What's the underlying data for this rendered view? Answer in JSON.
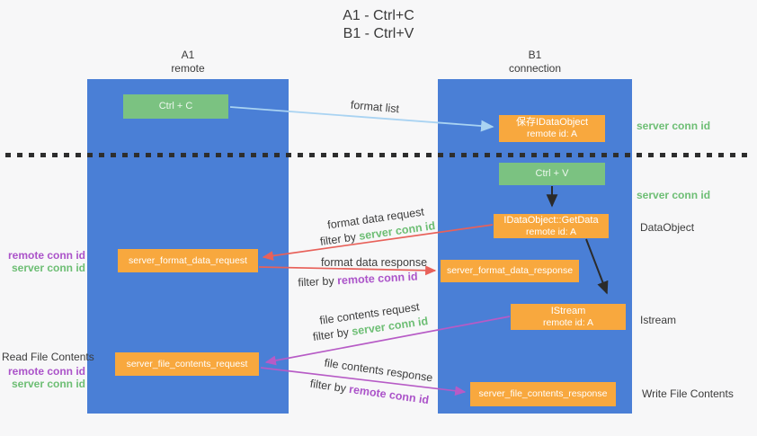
{
  "title": {
    "line1": "A1 - Ctrl+C",
    "line2": "B1 - Ctrl+V"
  },
  "lanes": {
    "a1": {
      "name": "A1",
      "subtitle": "remote"
    },
    "b1": {
      "name": "B1",
      "subtitle": "connection"
    }
  },
  "nodes": {
    "ctrl_c": {
      "label": "Ctrl + C"
    },
    "ctrl_v": {
      "label": "Ctrl + V"
    },
    "save_dataobject": {
      "line1": "保存IDataObject",
      "line2": "remote id: A"
    },
    "getdata": {
      "line1": "IDataObject::GetData",
      "line2": "remote id: A"
    },
    "istream": {
      "line1": "IStream",
      "line2": "remote id: A"
    },
    "server_format_data_request": {
      "label": "server_format_data_request"
    },
    "server_format_data_response": {
      "label": "server_format_data_response"
    },
    "server_file_contents_request": {
      "label": "server_file_contents_request"
    },
    "server_file_contents_response": {
      "label": "server_file_contents_response"
    }
  },
  "flow_labels": {
    "format_list": "format list",
    "format_data_request": "format data request",
    "format_data_request_filter": {
      "prefix": "filter by ",
      "key": "server conn id"
    },
    "format_data_response": "format data response",
    "format_data_response_filter": {
      "prefix": "filter by ",
      "key": "remote conn id"
    },
    "file_contents_request": "file contents request",
    "file_contents_request_filter": {
      "prefix": "filter by ",
      "key": "server conn id"
    },
    "file_contents_response": "file contents response",
    "file_contents_response_filter": {
      "prefix": "filter by ",
      "key": "remote conn id"
    }
  },
  "side_labels": {
    "right": {
      "server_conn_id_top": "server conn id",
      "server_conn_id_mid": "server conn id",
      "dataobject": "DataObject",
      "istream": "Istream",
      "write_file_contents": "Write File Contents"
    },
    "left": {
      "remote_conn_id_top": "remote conn id",
      "server_conn_id_top": "server conn id",
      "read_file_contents": "Read File Contents",
      "remote_conn_id_bottom": "remote conn id",
      "server_conn_id_bottom": "server conn id"
    }
  },
  "colors": {
    "lane_blue": "#4a7fd6",
    "box_green": "#7bc281",
    "box_orange": "#f8a83e",
    "arrow_blue": "#a9d3f2",
    "arrow_red": "#e8615a",
    "arrow_purple": "#b75bc6",
    "arrow_black": "#2b2b2b",
    "text_green": "#6dbe74",
    "text_purple": "#ab53c9",
    "text_dark": "#3b3b3b"
  }
}
